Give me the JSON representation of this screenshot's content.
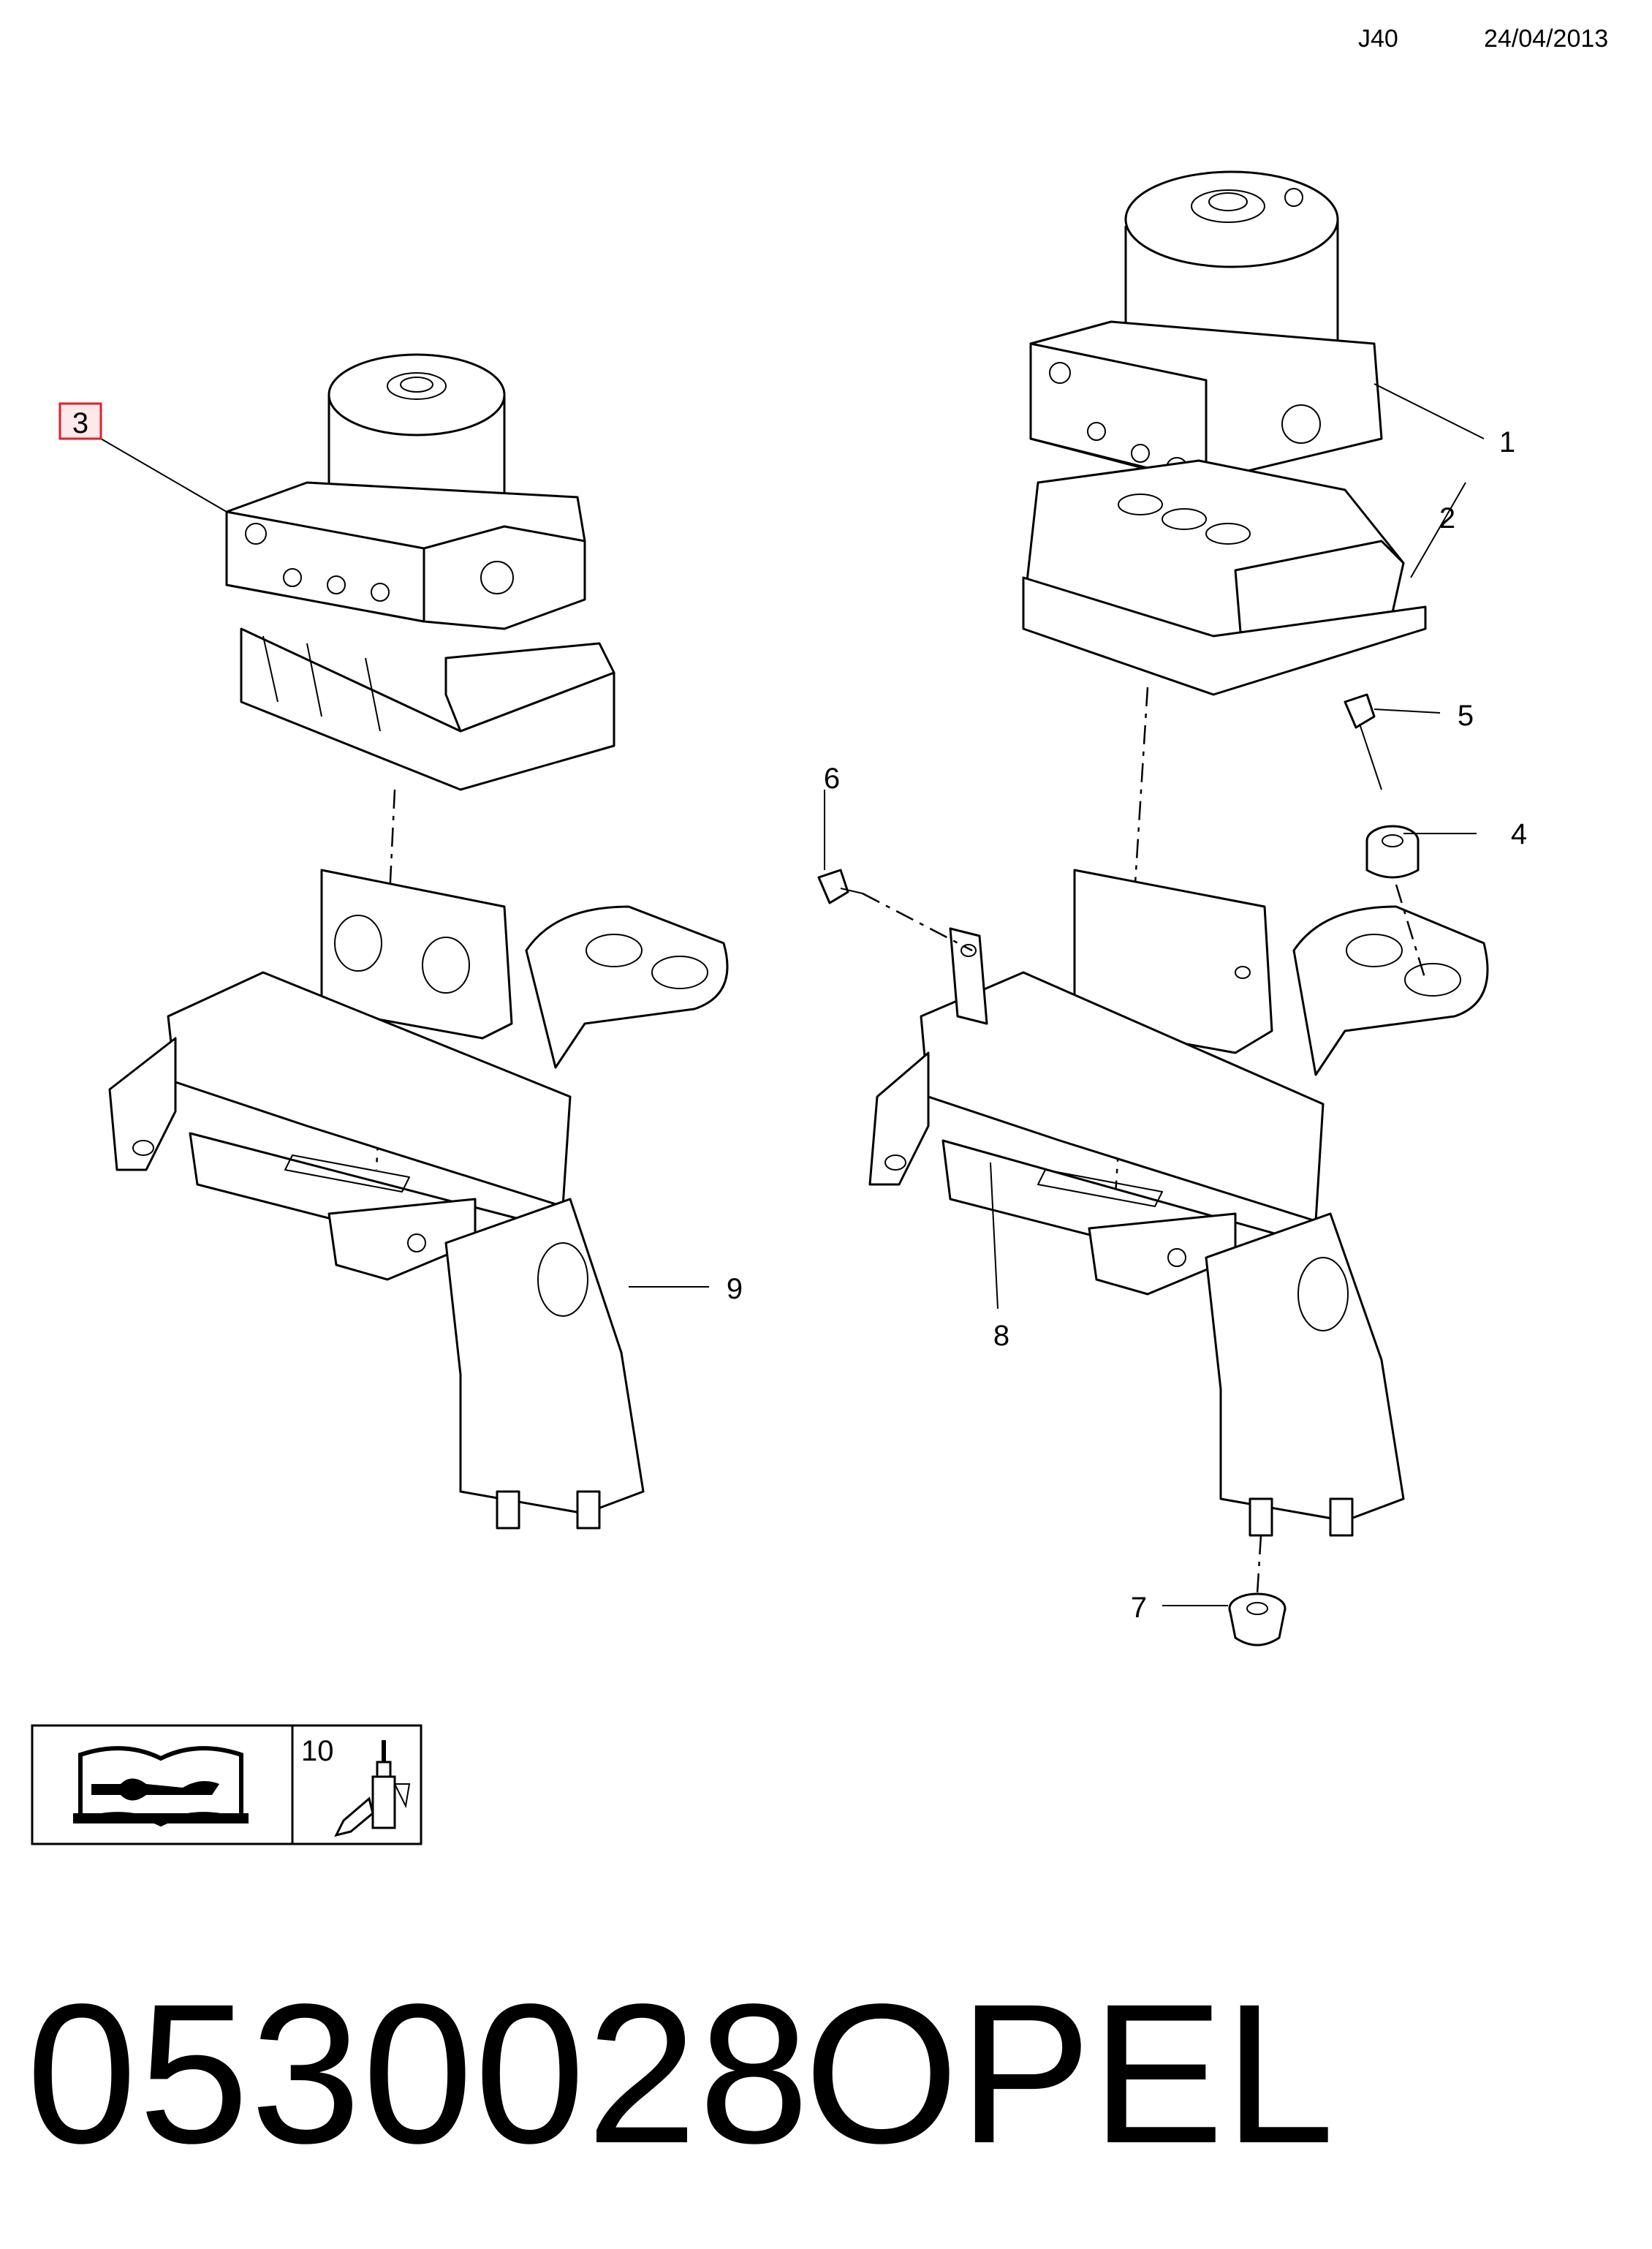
{
  "header": {
    "code": "J40",
    "date": "24/04/2013"
  },
  "callouts": [
    {
      "id": "1",
      "label": "1"
    },
    {
      "id": "2",
      "label": "2"
    },
    {
      "id": "3",
      "label": "3",
      "highlighted": true,
      "highlight_color": "#e0202a"
    },
    {
      "id": "4",
      "label": "4"
    },
    {
      "id": "5",
      "label": "5"
    },
    {
      "id": "6",
      "label": "6"
    },
    {
      "id": "7",
      "label": "7"
    },
    {
      "id": "8",
      "label": "8"
    },
    {
      "id": "9",
      "label": "9"
    },
    {
      "id": "10",
      "label": "10"
    }
  ],
  "legend": {
    "left_icon": "repair-manual-icon",
    "right_icon": "adhesive-bottle-icon",
    "right_label": "10"
  },
  "footer": {
    "number": "0530028",
    "brand": "OPEL"
  }
}
